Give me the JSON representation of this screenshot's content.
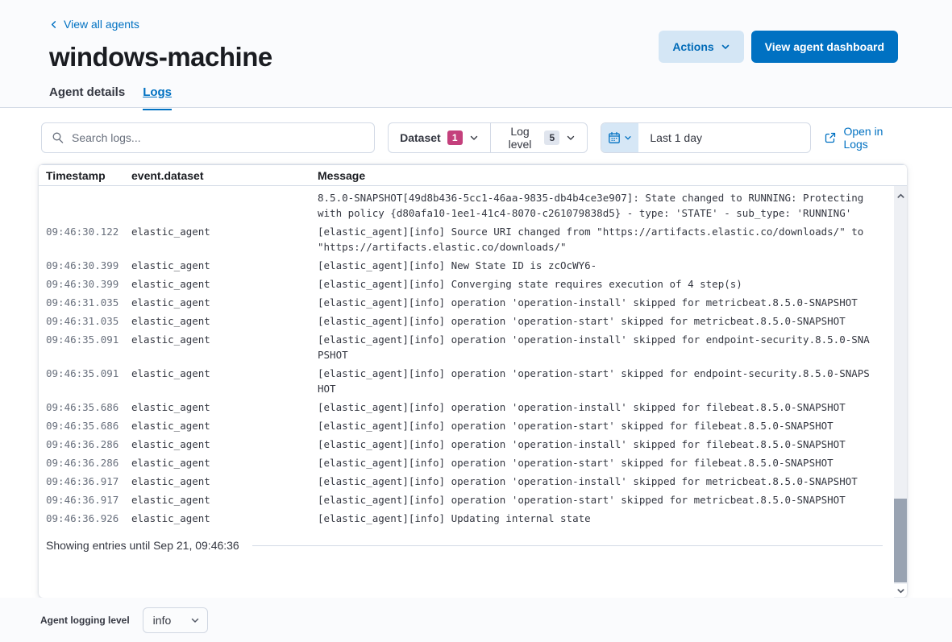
{
  "header": {
    "back_link": "View all agents",
    "title": "windows-machine",
    "actions_label": "Actions",
    "dashboard_label": "View agent dashboard",
    "tabs": [
      {
        "label": "Agent details"
      },
      {
        "label": "Logs"
      }
    ]
  },
  "toolbar": {
    "search_placeholder": "Search logs...",
    "dataset_label": "Dataset",
    "dataset_count": "1",
    "log_level_label": "Log level",
    "log_level_count": "5",
    "time_range_label": "Last 1 day",
    "open_in_logs_label": "Open in Logs"
  },
  "log_table": {
    "columns": [
      "Timestamp",
      "event.dataset",
      "Message"
    ],
    "rows": [
      {
        "timestamp": "",
        "dataset": "",
        "message": "8.5.0-SNAPSHOT[49d8b436-5cc1-46aa-9835-db4b4ce3e907]: State changed to RUNNING: Protecting with policy {d80afa10-1ee1-41c4-8070-c261079838d5} - type: 'STATE' - sub_type: 'RUNNING'"
      },
      {
        "timestamp": "09:46:30.122",
        "dataset": "elastic_agent",
        "message": "[elastic_agent][info] Source URI changed from \"https://artifacts.elastic.co/downloads/\" to \"https://artifacts.elastic.co/downloads/\""
      },
      {
        "timestamp": "09:46:30.399",
        "dataset": "elastic_agent",
        "message": "[elastic_agent][info] New State ID is zcOcWY6-"
      },
      {
        "timestamp": "09:46:30.399",
        "dataset": "elastic_agent",
        "message": "[elastic_agent][info] Converging state requires execution of 4 step(s)"
      },
      {
        "timestamp": "09:46:31.035",
        "dataset": "elastic_agent",
        "message": "[elastic_agent][info] operation 'operation-install' skipped for metricbeat.8.5.0-SNAPSHOT"
      },
      {
        "timestamp": "09:46:31.035",
        "dataset": "elastic_agent",
        "message": "[elastic_agent][info] operation 'operation-start' skipped for metricbeat.8.5.0-SNAPSHOT"
      },
      {
        "timestamp": "09:46:35.091",
        "dataset": "elastic_agent",
        "message": "[elastic_agent][info] operation 'operation-install' skipped for endpoint-security.8.5.0-SNAPSHOT"
      },
      {
        "timestamp": "09:46:35.091",
        "dataset": "elastic_agent",
        "message": "[elastic_agent][info] operation 'operation-start' skipped for endpoint-security.8.5.0-SNAPSHOT"
      },
      {
        "timestamp": "09:46:35.686",
        "dataset": "elastic_agent",
        "message": "[elastic_agent][info] operation 'operation-install' skipped for filebeat.8.5.0-SNAPSHOT"
      },
      {
        "timestamp": "09:46:35.686",
        "dataset": "elastic_agent",
        "message": "[elastic_agent][info] operation 'operation-start' skipped for filebeat.8.5.0-SNAPSHOT"
      },
      {
        "timestamp": "09:46:36.286",
        "dataset": "elastic_agent",
        "message": "[elastic_agent][info] operation 'operation-install' skipped for filebeat.8.5.0-SNAPSHOT"
      },
      {
        "timestamp": "09:46:36.286",
        "dataset": "elastic_agent",
        "message": "[elastic_agent][info] operation 'operation-start' skipped for filebeat.8.5.0-SNAPSHOT"
      },
      {
        "timestamp": "09:46:36.917",
        "dataset": "elastic_agent",
        "message": "[elastic_agent][info] operation 'operation-install' skipped for metricbeat.8.5.0-SNAPSHOT"
      },
      {
        "timestamp": "09:46:36.917",
        "dataset": "elastic_agent",
        "message": "[elastic_agent][info] operation 'operation-start' skipped for metricbeat.8.5.0-SNAPSHOT"
      },
      {
        "timestamp": "09:46:36.926",
        "dataset": "elastic_agent",
        "message": "[elastic_agent][info] Updating internal state"
      }
    ],
    "footer_note": "Showing entries until Sep 21, 09:46:36"
  },
  "footer": {
    "logging_level_label": "Agent logging level",
    "logging_level_value": "info"
  },
  "colors": {
    "primary": "#0071c2",
    "primary_light_button": "#d4e6f5",
    "accent_badge": "#c4407c",
    "default_badge": "#e0e5ee",
    "text": "#343741",
    "subdued_text": "#69707d",
    "border": "#d3dae6",
    "header_background": "#fafbfd",
    "scrollbar_track": "#eef0f4",
    "scrollbar_thumb": "#99a3b2"
  }
}
